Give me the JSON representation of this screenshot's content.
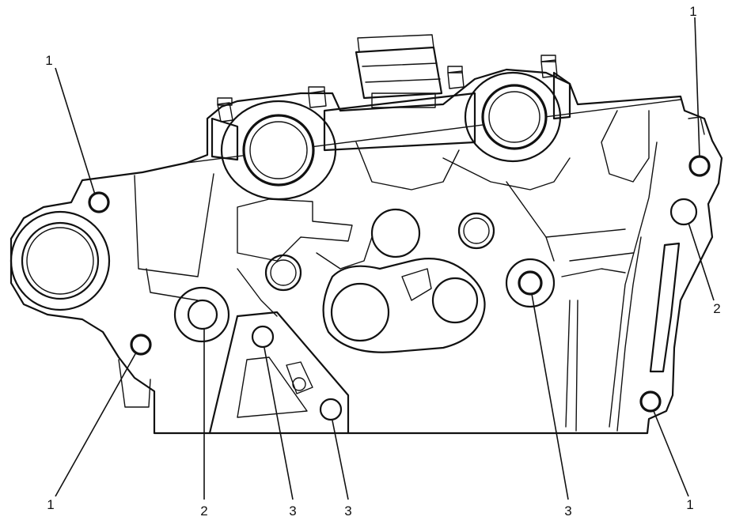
{
  "callouts": [
    {
      "id": "c1",
      "label": "1",
      "type": "head-bolt"
    },
    {
      "id": "c2",
      "label": "1",
      "type": "head-bolt"
    },
    {
      "id": "c3",
      "label": "1",
      "type": "head-bolt"
    },
    {
      "id": "c4",
      "label": "1",
      "type": "head-bolt"
    },
    {
      "id": "c5",
      "label": "2",
      "type": "dowel-hole"
    },
    {
      "id": "c6",
      "label": "2",
      "type": "dowel-hole"
    },
    {
      "id": "c7",
      "label": "3",
      "type": "bolt-hole"
    },
    {
      "id": "c8",
      "label": "3",
      "type": "bolt-hole"
    },
    {
      "id": "c9",
      "label": "3",
      "type": "bolt-hole"
    }
  ]
}
